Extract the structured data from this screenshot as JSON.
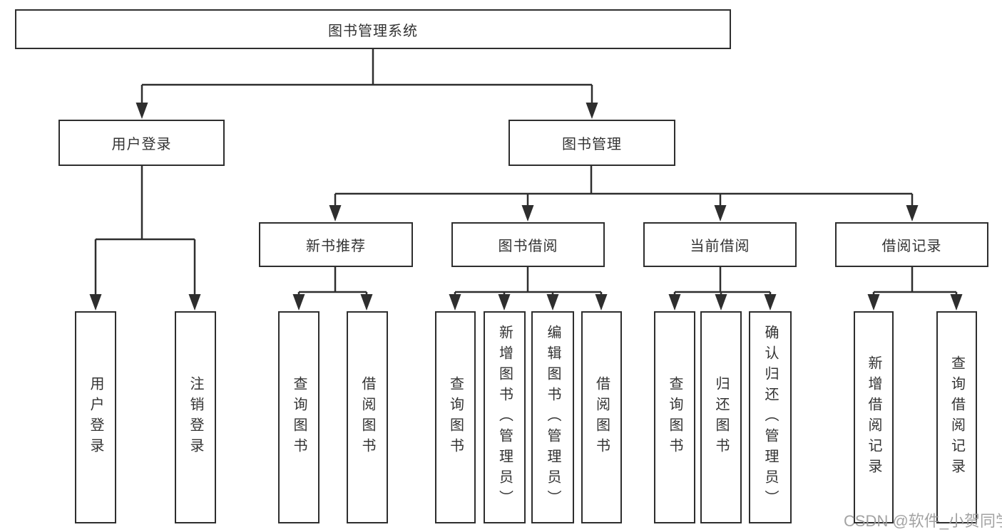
{
  "diagram": {
    "root": {
      "label": "图书管理系统"
    },
    "branches": {
      "user_login": {
        "label": "用户登录"
      },
      "book_mgmt": {
        "label": "图书管理"
      }
    },
    "modules": {
      "new_book_rec": {
        "label": "新书推荐"
      },
      "book_borrow": {
        "label": "图书借阅"
      },
      "current_borrow": {
        "label": "当前借阅"
      },
      "borrow_record": {
        "label": "借阅记录"
      }
    },
    "leaves": {
      "login": {
        "label": "用户登录"
      },
      "logout": {
        "label": "注销登录"
      },
      "rec_query_book": {
        "label": "查询图书"
      },
      "rec_borrow_book": {
        "label": "借阅图书"
      },
      "bb_query_book": {
        "label": "查询图书"
      },
      "bb_add_book": {
        "label": "新增图书（管理员）"
      },
      "bb_edit_book": {
        "label": "编辑图书（管理员）"
      },
      "bb_borrow_book": {
        "label": "借阅图书"
      },
      "cb_query_book": {
        "label": "查询图书"
      },
      "cb_return_book": {
        "label": "归还图书"
      },
      "cb_confirm_return": {
        "label": "确认归还（管理员）"
      },
      "br_add_record": {
        "label": "新增借阅记录"
      },
      "br_query_record": {
        "label": "查询借阅记录"
      }
    },
    "watermark": "CSDN @软件_小贺同学",
    "colors": {
      "line": "#2e2e2e",
      "text": "#333333",
      "watermark": "#9b9b9b",
      "background": "#ffffff"
    }
  }
}
